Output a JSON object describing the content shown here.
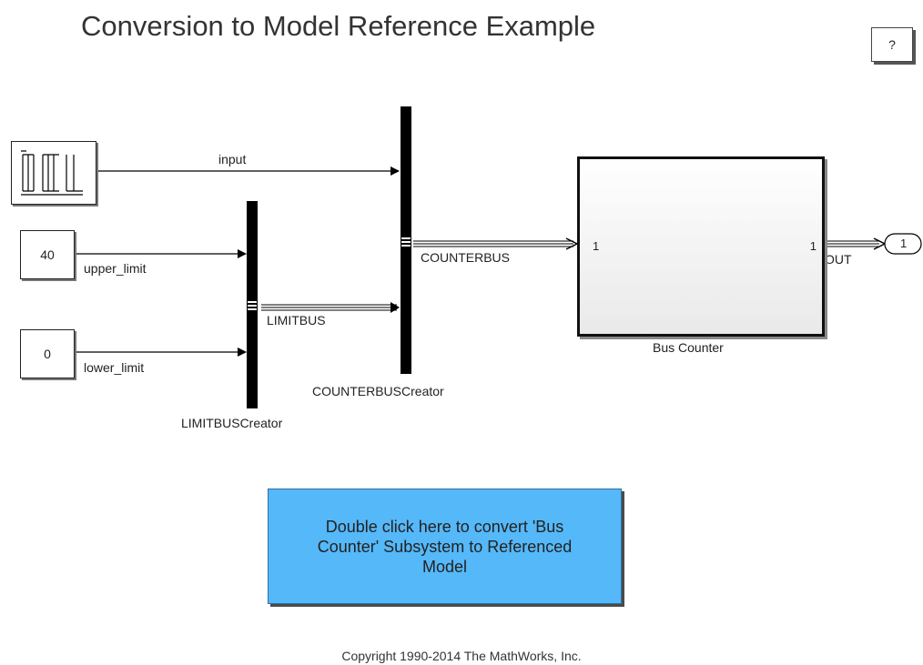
{
  "title": "Conversion to Model Reference Example",
  "help_label": "?",
  "blocks": {
    "upper_const": "40",
    "lower_const": "0",
    "subsystem_name": "Bus Counter",
    "subsystem_in_port": "1",
    "subsystem_out_port": "1",
    "outport": "1",
    "limit_bus_creator": "LIMITBUSCreator",
    "counter_bus_creator": "COUNTERBUSCreator"
  },
  "signals": {
    "input": "input",
    "upper_limit": "upper_limit",
    "lower_limit": "lower_limit",
    "limitbus": "LIMITBUS",
    "counterbus": "COUNTERBUS",
    "out": "OUT"
  },
  "convert_button": "Double click here to convert 'Bus Counter' Subsystem to Referenced Model",
  "copyright": "Copyright 1990-2014 The MathWorks, Inc."
}
